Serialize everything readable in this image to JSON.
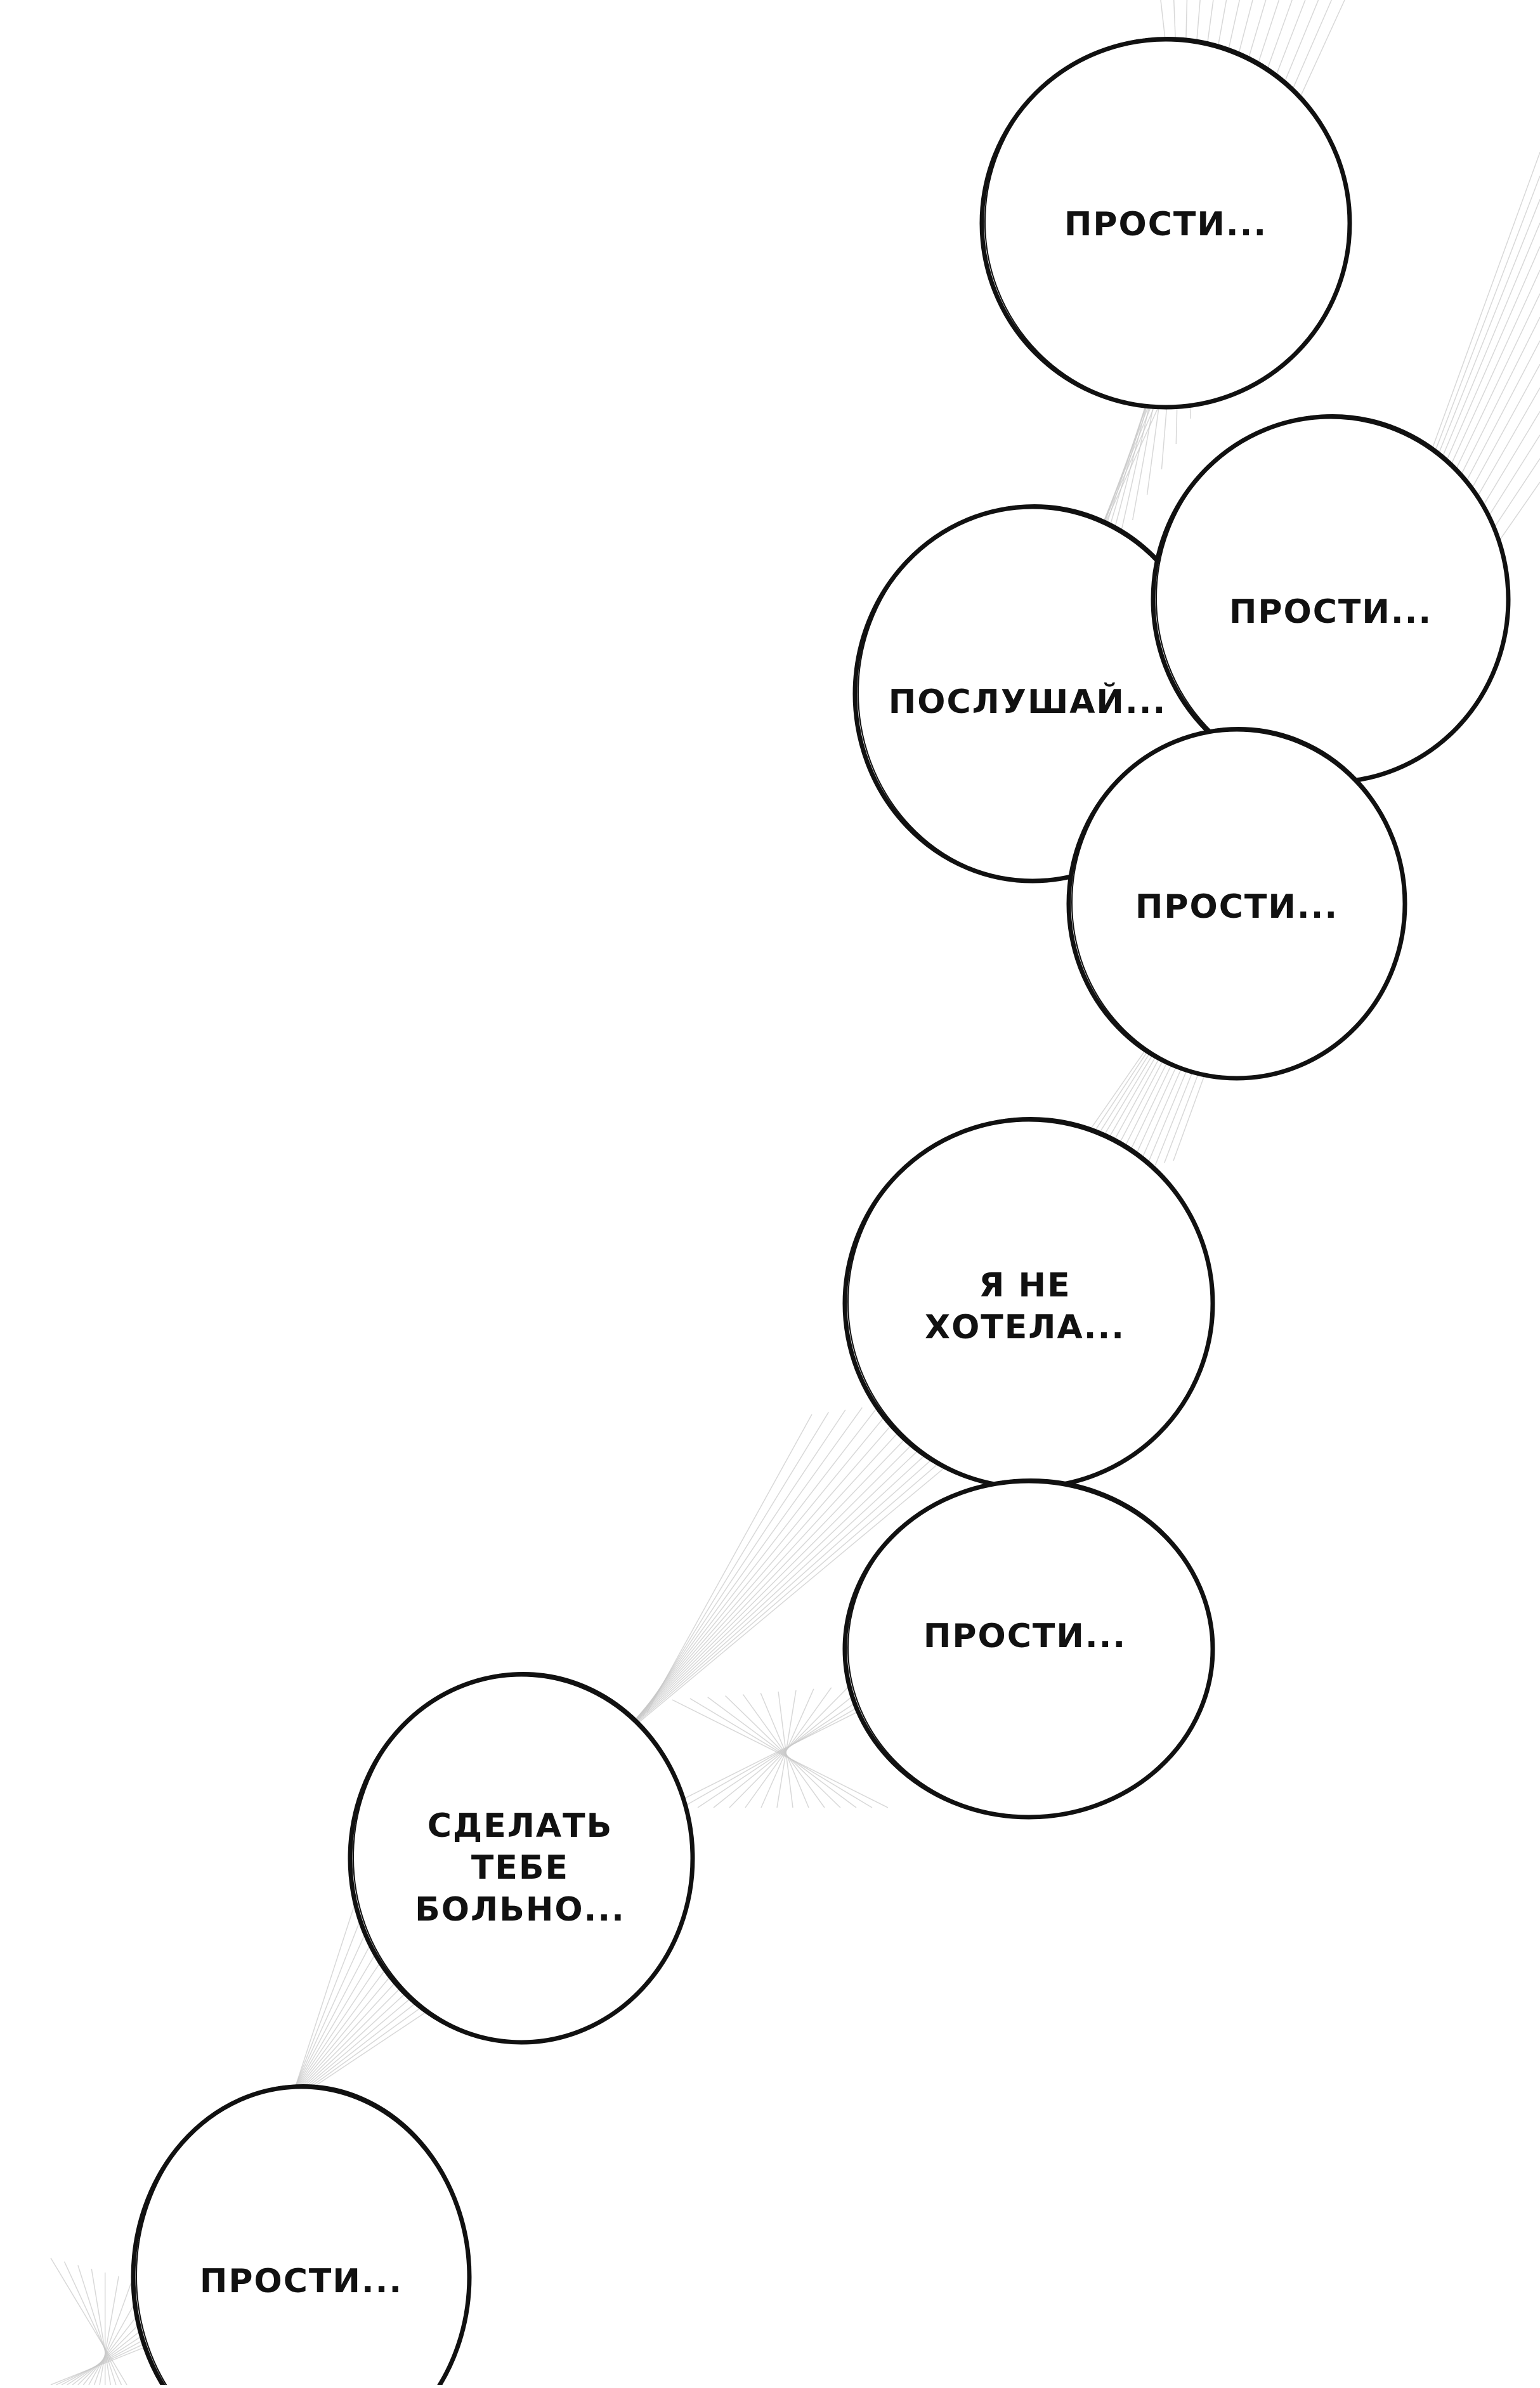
{
  "page": {
    "background": "#ffffff",
    "ink_color": "#111111",
    "hatch_color": "#c8c8c8"
  },
  "bubbles": [
    {
      "id": "bubble-1",
      "lines": [
        "ПРОСТИ..."
      ]
    },
    {
      "id": "bubble-2",
      "lines": [
        "ПОСЛУШАЙ..."
      ]
    },
    {
      "id": "bubble-3",
      "lines": [
        "ПРОСТИ..."
      ]
    },
    {
      "id": "bubble-4",
      "lines": [
        "ПРОСТИ..."
      ]
    },
    {
      "id": "bubble-5",
      "lines": [
        "Я НЕ",
        "ХОТЕЛА..."
      ]
    },
    {
      "id": "bubble-6",
      "lines": [
        "ПРОСТИ..."
      ]
    },
    {
      "id": "bubble-7",
      "lines": [
        "СДЕЛАТЬ",
        "ТЕБЕ",
        "БОЛЬНО..."
      ]
    },
    {
      "id": "bubble-8",
      "lines": [
        "ПРОСТИ..."
      ]
    }
  ]
}
